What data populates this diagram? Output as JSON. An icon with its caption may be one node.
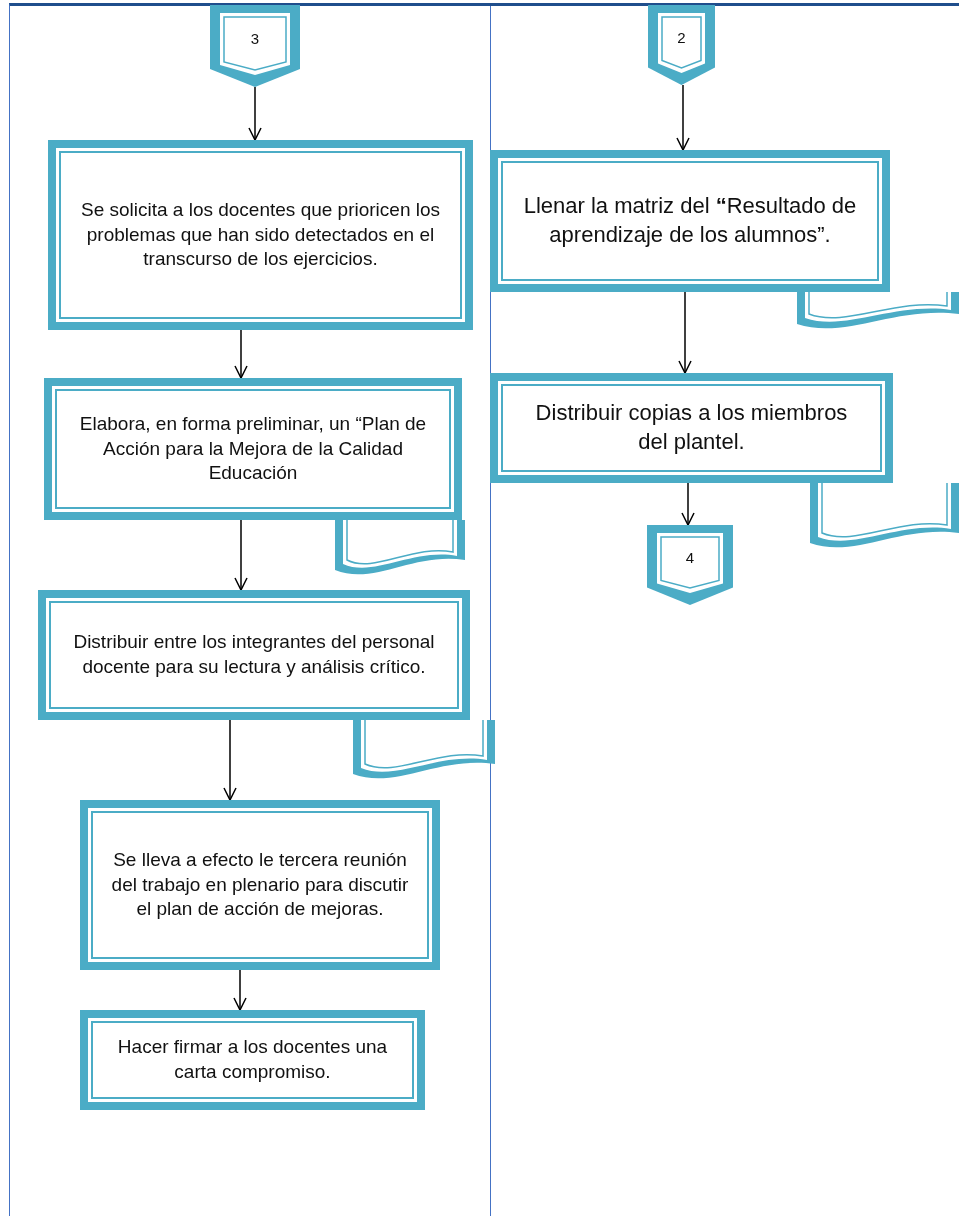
{
  "diagram": {
    "nodes": [
      {
        "text": [
          "3"
        ]
      },
      {
        "text": [
          "Se solicita a los docentes que prioricen los problemas que han sido detectados en el transcurso de los ejercicios."
        ]
      },
      {
        "text": [
          "Elabora, en forma preliminar, un “Plan de Acción para la Mejora de la Calidad Educación"
        ]
      },
      {
        "text": [],
        "shape": "document"
      },
      {
        "text": [
          "Distribuir entre los integrantes del personal docente para su lectura y análisis crítico."
        ]
      },
      {
        "text": [],
        "shape": "document"
      },
      {
        "text": [
          "Se lleva a efecto le tercera reunión del trabajo en plenario para discutir el plan de acción de mejoras."
        ]
      },
      {
        "text": [
          "Hacer firmar a los docentes una carta compromiso."
        ]
      },
      {
        "text": [
          "2"
        ]
      },
      {
        "text": [
          "Llenar la matriz del **“**Resultado de aprendizaje de los alumnos”."
        ]
      },
      {
        "text": [],
        "shape": "document"
      },
      {
        "text": [
          "Distribuir copias a los miembros del plantel."
        ]
      },
      {
        "text": [],
        "shape": "document"
      },
      {
        "text": [
          "4"
        ]
      }
    ],
    "edges": [
      {
        "from": 0,
        "to": 1,
        "arrow": "to"
      },
      {
        "from": 1,
        "to": 2,
        "arrow": "to"
      },
      {
        "from": 2,
        "to": 4,
        "arrow": "to"
      },
      {
        "from": 4,
        "to": 6,
        "arrow": "to"
      },
      {
        "from": 6,
        "to": 7,
        "arrow": "to"
      },
      {
        "from": 8,
        "to": 9,
        "arrow": "to"
      },
      {
        "from": 9,
        "to": 11,
        "arrow": "to"
      },
      {
        "from": 11,
        "to": 13,
        "arrow": "to"
      }
    ]
  }
}
